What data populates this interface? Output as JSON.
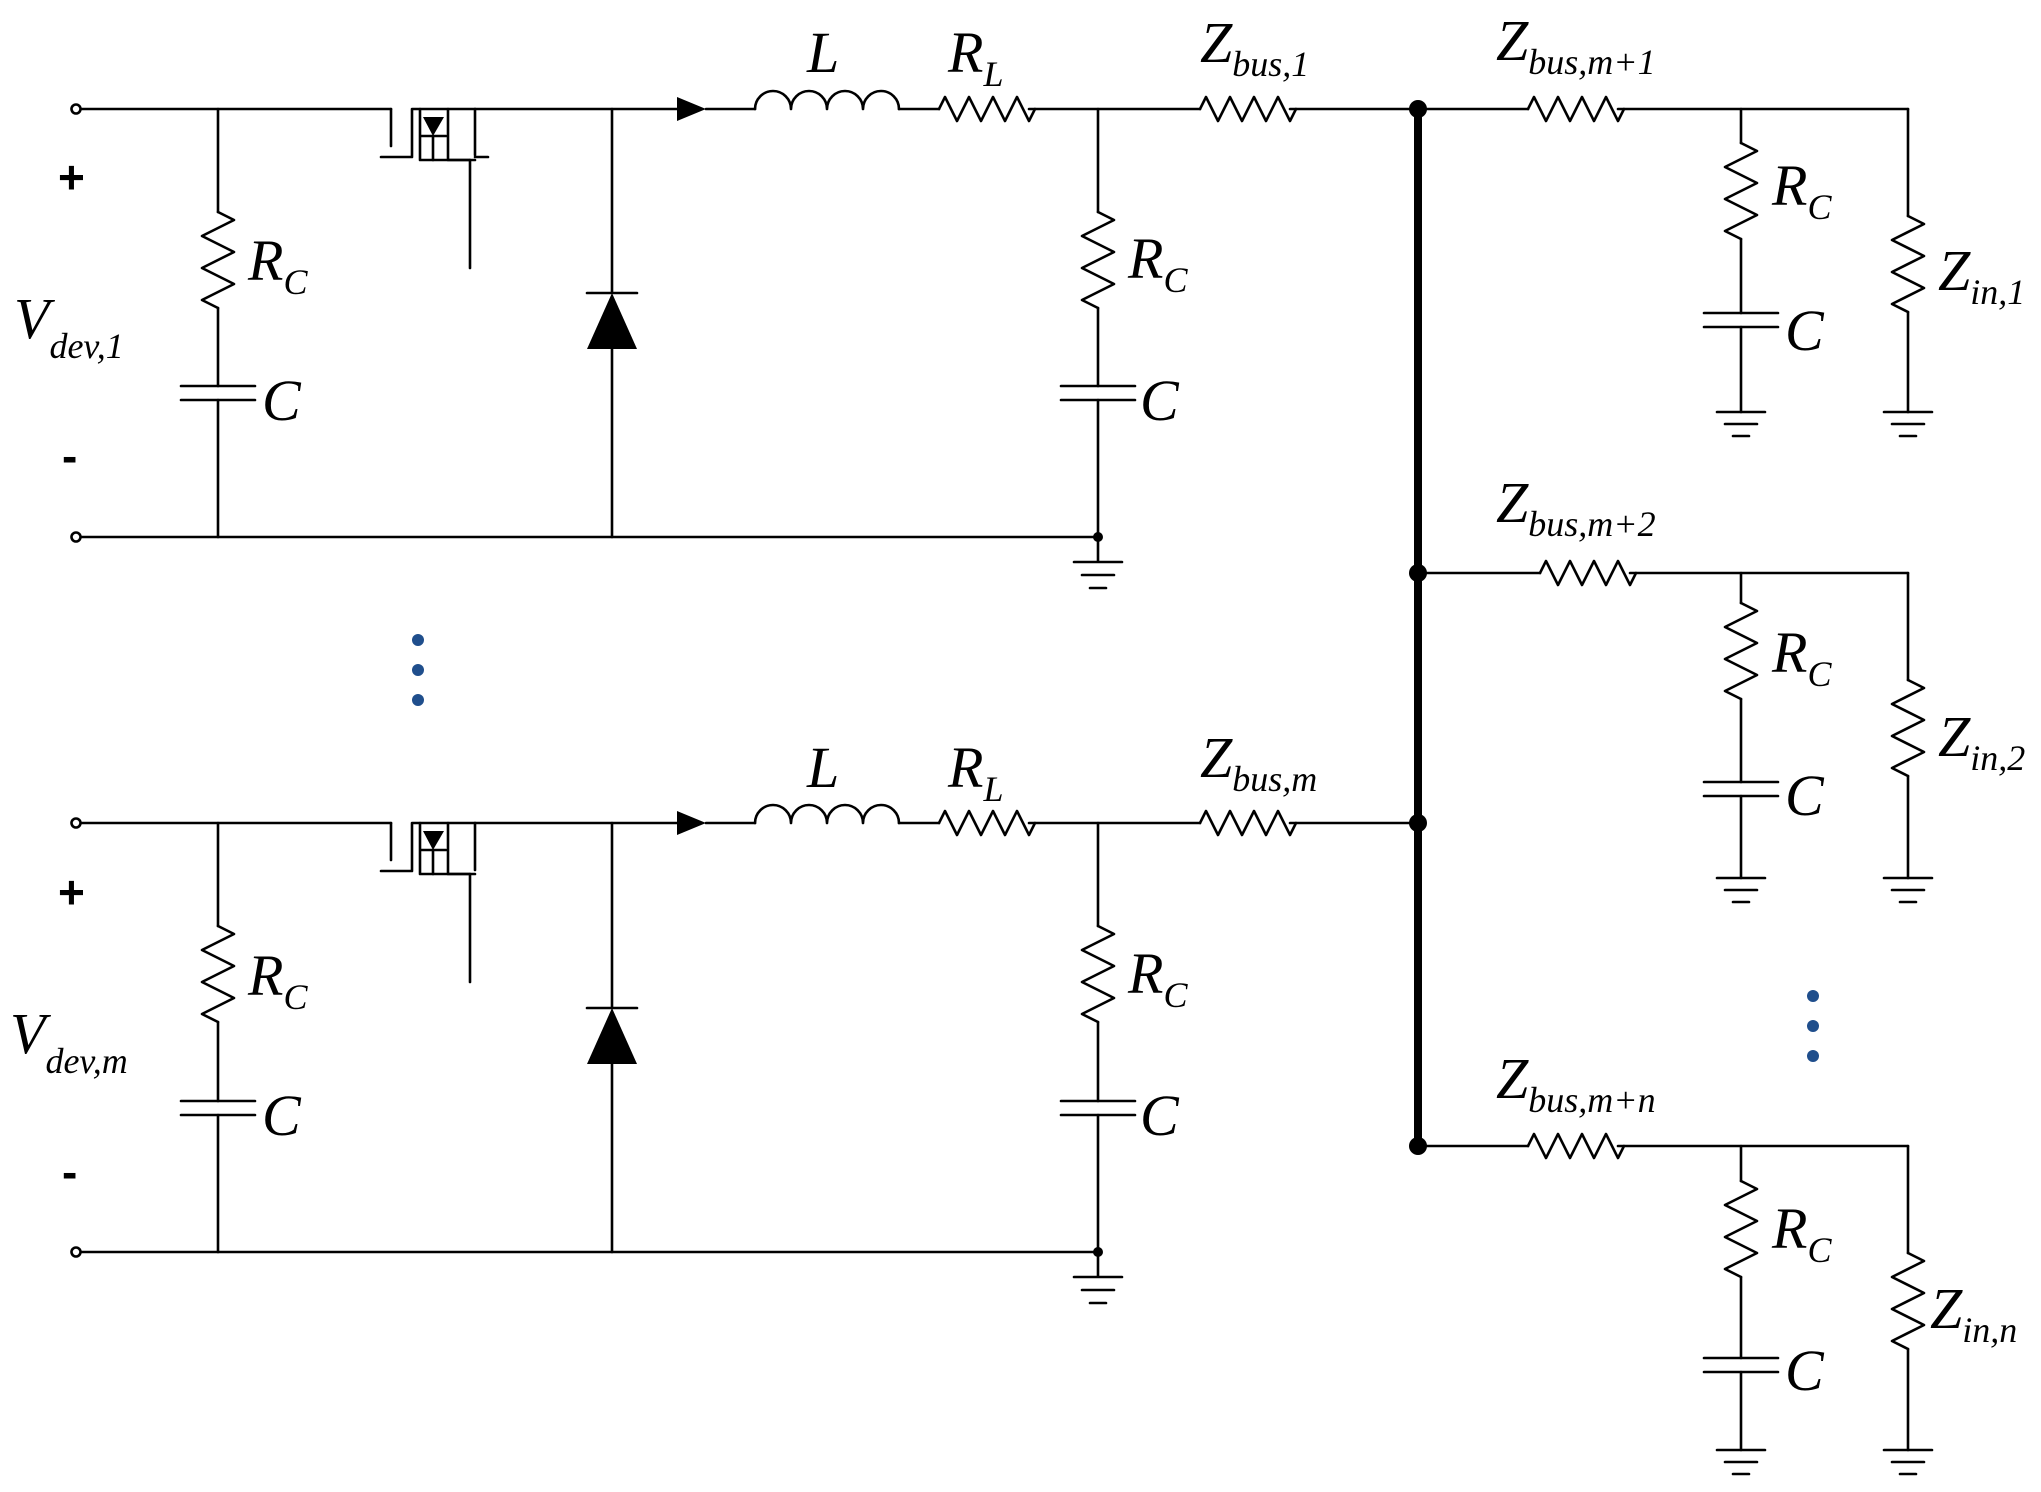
{
  "colors": {
    "wire": "#000000",
    "ellipsis": "#1f4e8c",
    "background": "#ffffff"
  },
  "labels": {
    "src1": {
      "main": "V",
      "sub": "dev,1"
    },
    "srcm": {
      "main": "V",
      "sub": "dev,m"
    },
    "plus": "+",
    "minus": "-",
    "rc": {
      "main": "R",
      "sub": "C"
    },
    "c": "C",
    "l": "L",
    "rl": {
      "main": "R",
      "sub": "L"
    },
    "zbus1": {
      "main": "Z",
      "sub": "bus,1"
    },
    "zbusm": {
      "main": "Z",
      "sub": "bus,m"
    },
    "zbusm1": {
      "main": "Z",
      "sub": "bus,m+1"
    },
    "zbusm2": {
      "main": "Z",
      "sub": "bus,m+2"
    },
    "zbusmn": {
      "main": "Z",
      "sub": "bus,m+n"
    },
    "zin1": {
      "main": "Z",
      "sub": "in,1"
    },
    "zin2": {
      "main": "Z",
      "sub": "in,2"
    },
    "zinn": {
      "main": "Z",
      "sub": "in,n"
    }
  }
}
